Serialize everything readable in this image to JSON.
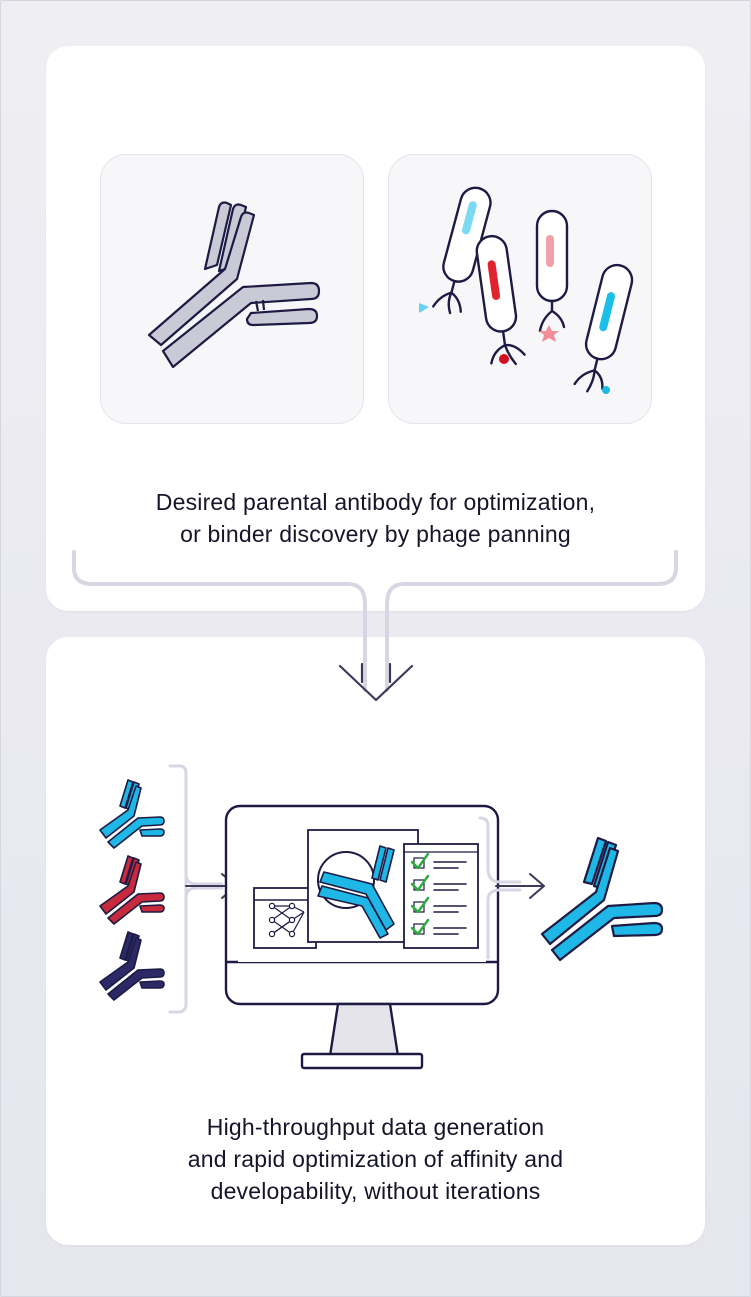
{
  "top_step": {
    "caption_lines": [
      "Desired parental antibody for optimization,",
      "or binder discovery by phage panning"
    ]
  },
  "bottom_step": {
    "caption_lines": [
      "High-throughput data generation",
      "and rapid optimization of affinity and",
      "developability, without iterations"
    ]
  },
  "colors": {
    "outline": "#1d1b44",
    "antibody_gray": "#c9c9d6",
    "cyan": "#1fb8e6",
    "red": "#c62a3c",
    "navy": "#2c2a66",
    "check_green": "#2cac3c",
    "connector": "#d7d7e2"
  },
  "icons": {
    "parental_antibody": "antibody-icon",
    "phage_library": "phage-icon",
    "computer": "monitor-icon",
    "checklist": "checklist-icon",
    "optimized_antibody": "antibody-icon"
  }
}
